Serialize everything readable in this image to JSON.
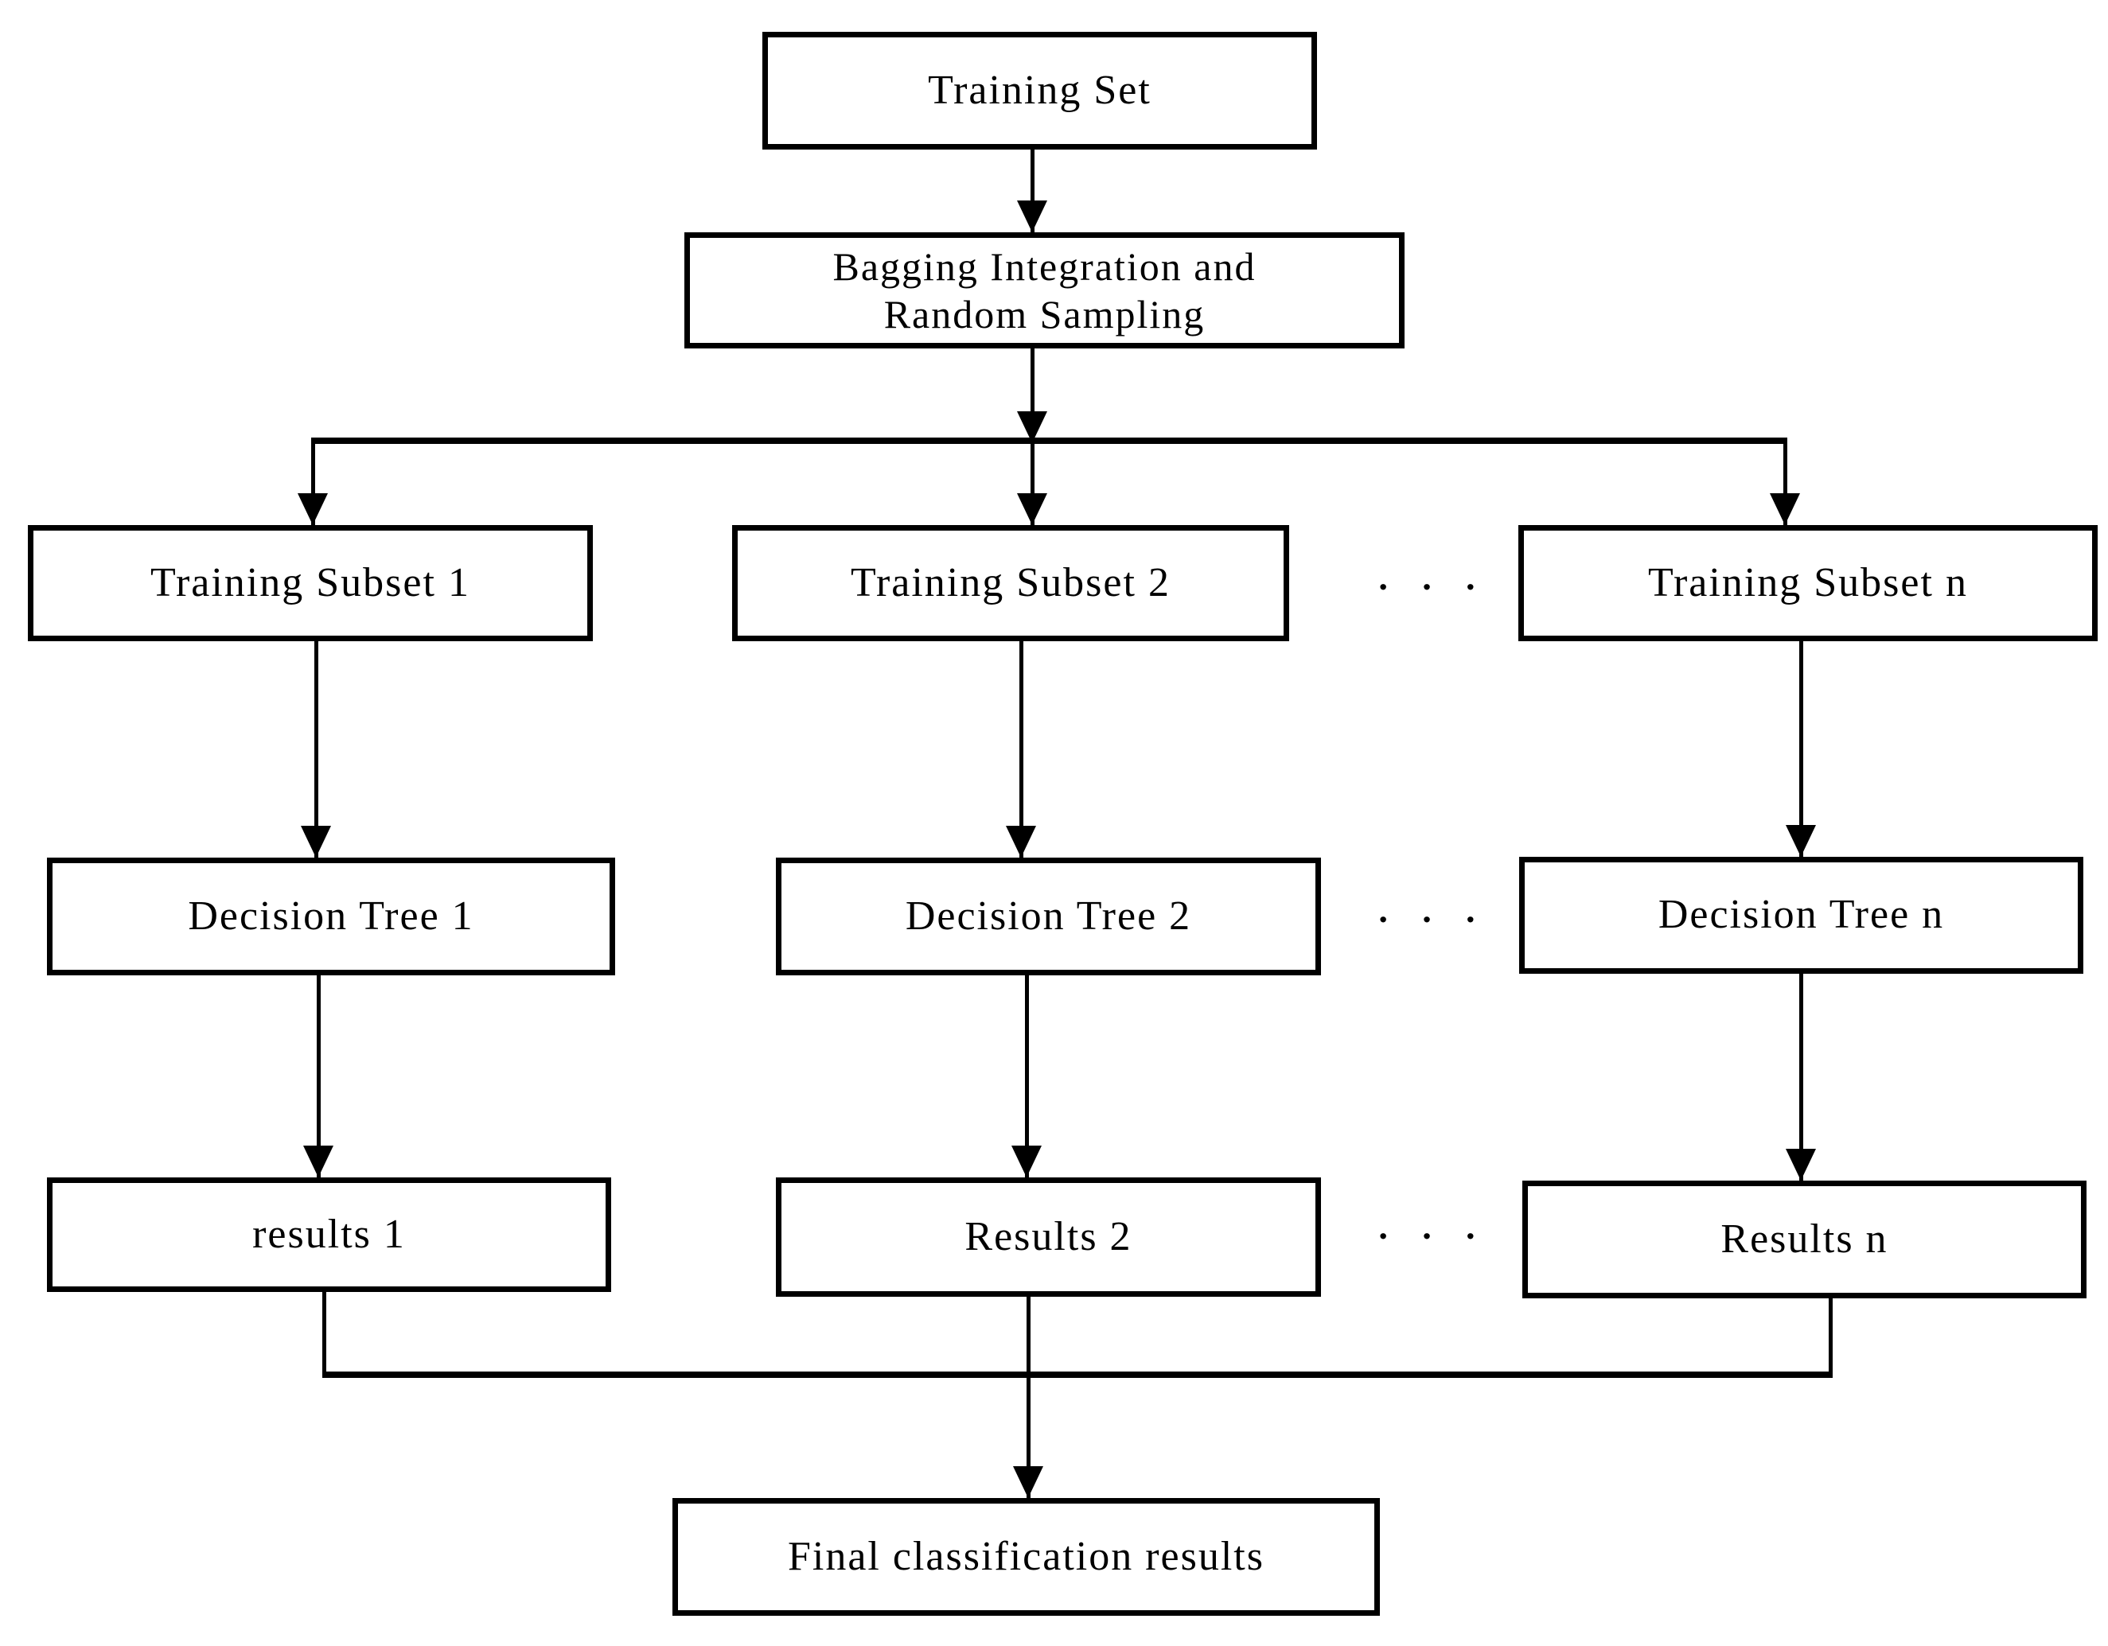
{
  "diagram": {
    "background": "#ffffff",
    "line_color": "#000000",
    "ellipsis": "· · ·",
    "nodes": {
      "training_set": {
        "label": "Training Set"
      },
      "bagging": {
        "line1": "Bagging Integration and",
        "line2": "Random Sampling"
      },
      "subset1": {
        "label": "Training Subset 1"
      },
      "subset2": {
        "label": "Training Subset 2"
      },
      "subsetn": {
        "label": "Training Subset n"
      },
      "tree1": {
        "label": "Decision Tree 1"
      },
      "tree2": {
        "label": "Decision Tree 2"
      },
      "treen": {
        "label": "Decision Tree n"
      },
      "results1": {
        "label": "results 1"
      },
      "results2": {
        "label": "Results 2"
      },
      "resultsn": {
        "label": "Results n"
      },
      "final": {
        "label": "Final classification results"
      }
    }
  }
}
